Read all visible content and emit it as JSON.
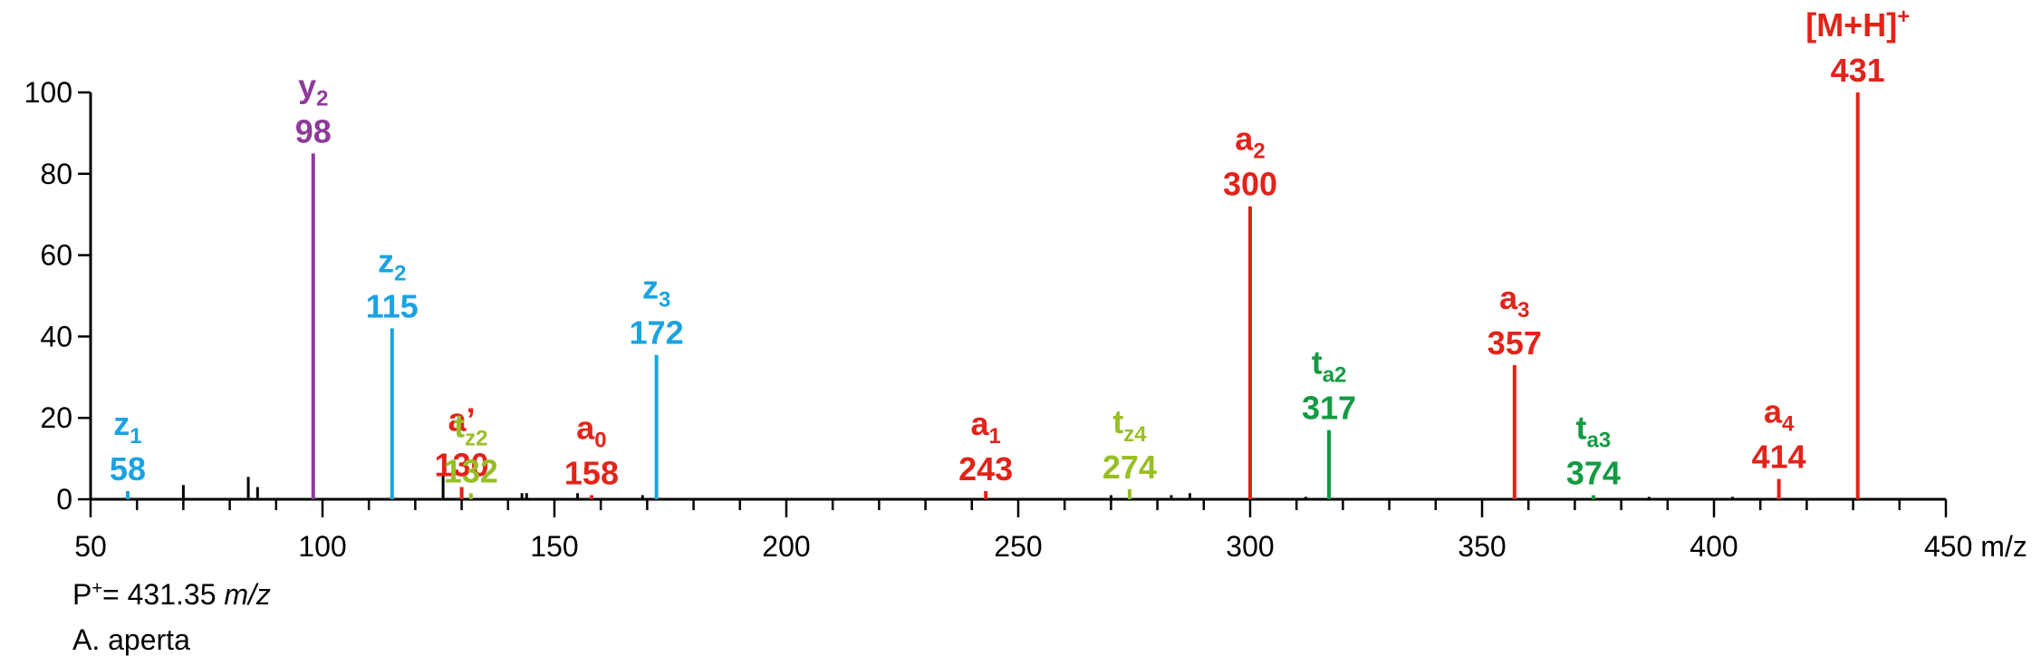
{
  "chart_data": {
    "type": "bar",
    "xlabel": "m/z",
    "ylabel": "",
    "xlim": [
      50,
      450
    ],
    "ylim": [
      0,
      100
    ],
    "x_ticks": [
      50,
      100,
      150,
      200,
      250,
      300,
      350,
      400,
      450
    ],
    "x_tick_labels": [
      "50",
      "100",
      "150",
      "200",
      "250",
      "300",
      "350",
      "400",
      "450 m/z"
    ],
    "y_ticks": [
      0,
      20,
      40,
      60,
      80,
      100
    ],
    "y_tick_labels": [
      "0",
      "20",
      "40",
      "60",
      "80",
      "100"
    ],
    "colors": {
      "a": "#e2231a",
      "z": "#1aa3e0",
      "y": "#8e3b9a",
      "t_green": "#139a43",
      "t_lime": "#97bf25",
      "noise": "#000000"
    },
    "labeled_peaks": [
      {
        "ion": "z",
        "sub": "1",
        "sup": "",
        "label": "58",
        "x": 58,
        "y": 2,
        "color_key": "z"
      },
      {
        "ion": "y",
        "sub": "2",
        "sup": "",
        "label": "98",
        "x": 98,
        "y": 85,
        "color_key": "y"
      },
      {
        "ion": "z",
        "sub": "2",
        "sup": "",
        "label": "115",
        "x": 115,
        "y": 42,
        "color_key": "z"
      },
      {
        "ion": "a’",
        "sub": "",
        "sup": "",
        "label": "130",
        "x": 130,
        "y": 3,
        "color_key": "a"
      },
      {
        "ion": "t",
        "sub": "z2",
        "sup": "",
        "label": "132",
        "x": 132,
        "y": 1.5,
        "color_key": "t_lime"
      },
      {
        "ion": "a",
        "sub": "0",
        "sup": "",
        "label": "158",
        "x": 158,
        "y": 1,
        "color_key": "a"
      },
      {
        "ion": "z",
        "sub": "3",
        "sup": "",
        "label": "172",
        "x": 172,
        "y": 35.5,
        "color_key": "z"
      },
      {
        "ion": "a",
        "sub": "1",
        "sup": "",
        "label": "243",
        "x": 243,
        "y": 2,
        "color_key": "a"
      },
      {
        "ion": "t",
        "sub": "z4",
        "sup": "",
        "label": "274",
        "x": 274,
        "y": 2.5,
        "color_key": "t_lime"
      },
      {
        "ion": "a",
        "sub": "2",
        "sup": "",
        "label": "300",
        "x": 300,
        "y": 72,
        "color_key": "a"
      },
      {
        "ion": "t",
        "sub": "a2",
        "sup": "",
        "label": "317",
        "x": 317,
        "y": 17,
        "color_key": "t_green"
      },
      {
        "ion": "a",
        "sub": "3",
        "sup": "",
        "label": "357",
        "x": 357,
        "y": 33,
        "color_key": "a"
      },
      {
        "ion": "t",
        "sub": "a3",
        "sup": "",
        "label": "374",
        "x": 374,
        "y": 1,
        "color_key": "t_green"
      },
      {
        "ion": "a",
        "sub": "4",
        "sup": "",
        "label": "414",
        "x": 414,
        "y": 5,
        "color_key": "a"
      },
      {
        "ion": "[M+H]",
        "sub": "",
        "sup": "+",
        "label": "431",
        "x": 431,
        "y": 100,
        "color_key": "a"
      }
    ],
    "minor_peaks": [
      {
        "x": 70,
        "y": 3.5
      },
      {
        "x": 84,
        "y": 5.5
      },
      {
        "x": 86,
        "y": 3
      },
      {
        "x": 126,
        "y": 6
      },
      {
        "x": 143,
        "y": 1.5
      },
      {
        "x": 144,
        "y": 1.5
      },
      {
        "x": 155,
        "y": 1.5
      },
      {
        "x": 169,
        "y": 1
      },
      {
        "x": 270,
        "y": 1
      },
      {
        "x": 283,
        "y": 1
      },
      {
        "x": 287,
        "y": 1.5
      },
      {
        "x": 312,
        "y": 0.6
      },
      {
        "x": 386,
        "y": 0.6
      },
      {
        "x": 404,
        "y": 0.6
      }
    ]
  },
  "footer": {
    "precursor_prefix": "P",
    "precursor_sup": "+",
    "precursor_value": "= 431.35 ",
    "precursor_unit": "m/z",
    "species": "A. aperta"
  }
}
